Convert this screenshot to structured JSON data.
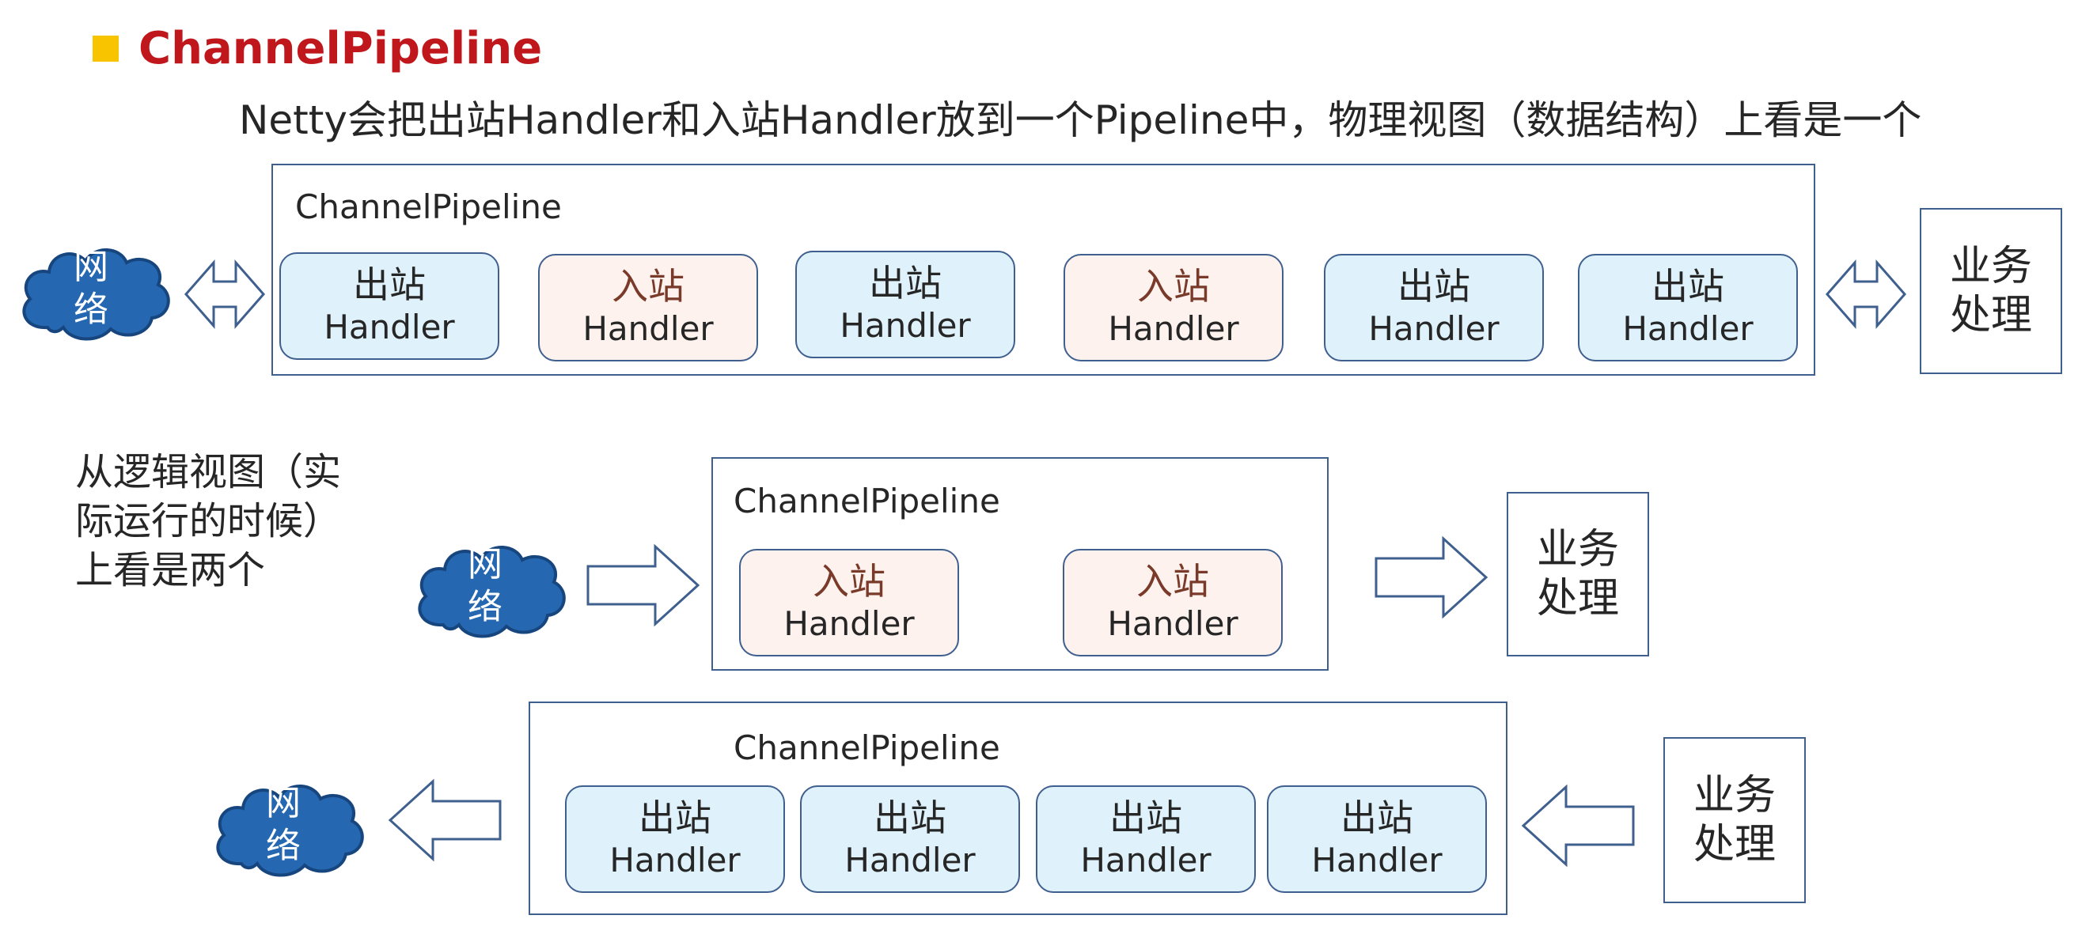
{
  "title": "ChannelPipeline",
  "description": "Netty会把出站Handler和入站Handler放到一个Pipeline中，物理视图（数据结构）上看是一个",
  "side_note": {
    "line1": "从逻辑视图（实",
    "line2": "际运行的时候）",
    "line3": "上看是两个"
  },
  "network": {
    "line1": "网",
    "line2": "络"
  },
  "business": {
    "line1": "业务",
    "line2": "处理"
  },
  "colors": {
    "title": "#c0171d",
    "bullet": "#f8c400",
    "cloud": "#2567b0",
    "outbound_fill": "#dff2fb",
    "inbound_fill": "#fdf2ee",
    "border": "#3f5f8e"
  },
  "physical_view": {
    "pipeline_label": "ChannelPipeline",
    "arrow": "double-arrow",
    "handlers": [
      {
        "kind": "出站",
        "name": "Handler",
        "type": "outbound"
      },
      {
        "kind": "入站",
        "name": "Handler",
        "type": "inbound"
      },
      {
        "kind": "出站",
        "name": "Handler",
        "type": "outbound"
      },
      {
        "kind": "入站",
        "name": "Handler",
        "type": "inbound"
      },
      {
        "kind": "出站",
        "name": "Handler",
        "type": "outbound"
      },
      {
        "kind": "出站",
        "name": "Handler",
        "type": "outbound"
      }
    ]
  },
  "inbound_view": {
    "pipeline_label": "ChannelPipeline",
    "arrow": "right-arrow",
    "handlers": [
      {
        "kind": "入站",
        "name": "Handler",
        "type": "inbound"
      },
      {
        "kind": "入站",
        "name": "Handler",
        "type": "inbound"
      }
    ]
  },
  "outbound_view": {
    "pipeline_label": "ChannelPipeline",
    "arrow": "left-arrow",
    "handlers": [
      {
        "kind": "出站",
        "name": "Handler",
        "type": "outbound"
      },
      {
        "kind": "出站",
        "name": "Handler",
        "type": "outbound"
      },
      {
        "kind": "出站",
        "name": "Handler",
        "type": "outbound"
      },
      {
        "kind": "出站",
        "name": "Handler",
        "type": "outbound"
      }
    ]
  }
}
